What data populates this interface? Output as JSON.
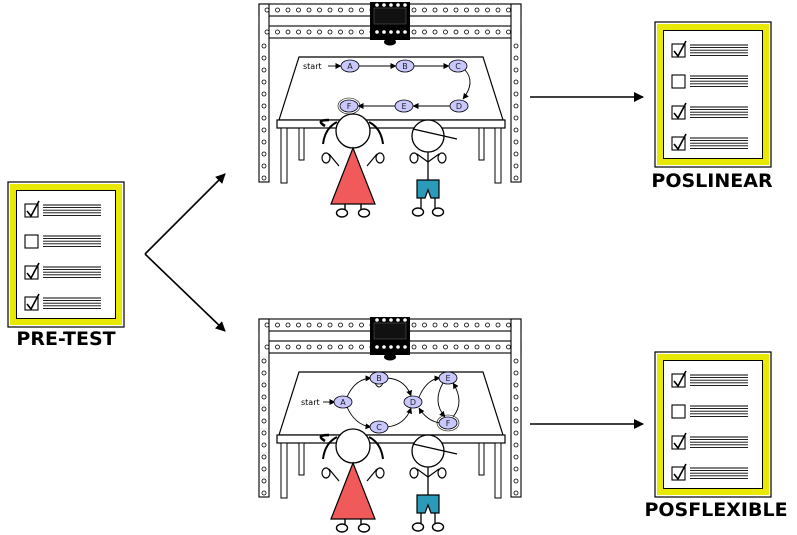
{
  "labels": {
    "pretest": "PRE-TEST",
    "poslinear": "POSLINEAR",
    "posflexible": "POSFLEXIBLE"
  },
  "checklists": {
    "pretest": [
      true,
      false,
      true,
      true
    ],
    "poslinear": [
      true,
      false,
      true,
      true
    ],
    "posflexible": [
      true,
      false,
      true,
      true
    ]
  },
  "linear_graph": {
    "start_label": "start",
    "nodes": [
      "A",
      "B",
      "C",
      "D",
      "E",
      "F"
    ]
  },
  "flexible_graph": {
    "start_label": "start",
    "nodes": [
      "A",
      "B",
      "C",
      "D",
      "E",
      "F"
    ]
  },
  "colors": {
    "sheet_border": "#e8e800",
    "node_fill": "#c8c8ff",
    "girl_dress": "#f05a5a",
    "boy_shorts": "#2a9ab8",
    "frame_fill": "#ffffff"
  }
}
